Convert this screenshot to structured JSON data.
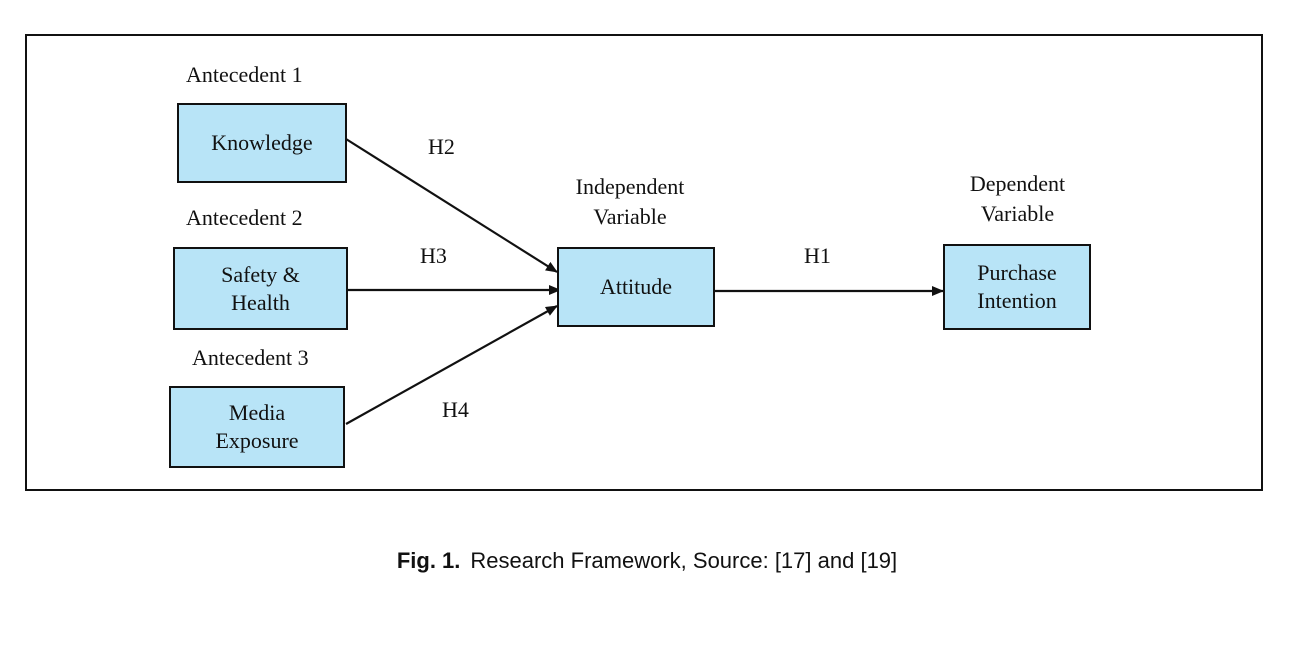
{
  "diagram": {
    "groups": {
      "antecedent1": "Antecedent 1",
      "antecedent2": "Antecedent 2",
      "antecedent3": "Antecedent 3",
      "independent": [
        "Independent",
        "Variable"
      ],
      "dependent": [
        "Dependent",
        "Variable"
      ]
    },
    "nodes": {
      "knowledge": [
        "Knowledge"
      ],
      "safety_health": [
        "Safety &",
        "Health"
      ],
      "media_exposure": [
        "Media",
        "Exposure"
      ],
      "attitude": [
        "Attitude"
      ],
      "purchase_intention": [
        "Purchase",
        "Intention"
      ]
    },
    "edges": [
      {
        "from": "Knowledge",
        "to": "Attitude",
        "label": "H2"
      },
      {
        "from": "Safety & Health",
        "to": "Attitude",
        "label": "H3"
      },
      {
        "from": "Media Exposure",
        "to": "Attitude",
        "label": "H4"
      },
      {
        "from": "Attitude",
        "to": "Purchase Intention",
        "label": "H1"
      }
    ]
  },
  "caption": {
    "prefix": "Fig. 1.",
    "text": "Research Framework, Source: [17] and [19]"
  }
}
